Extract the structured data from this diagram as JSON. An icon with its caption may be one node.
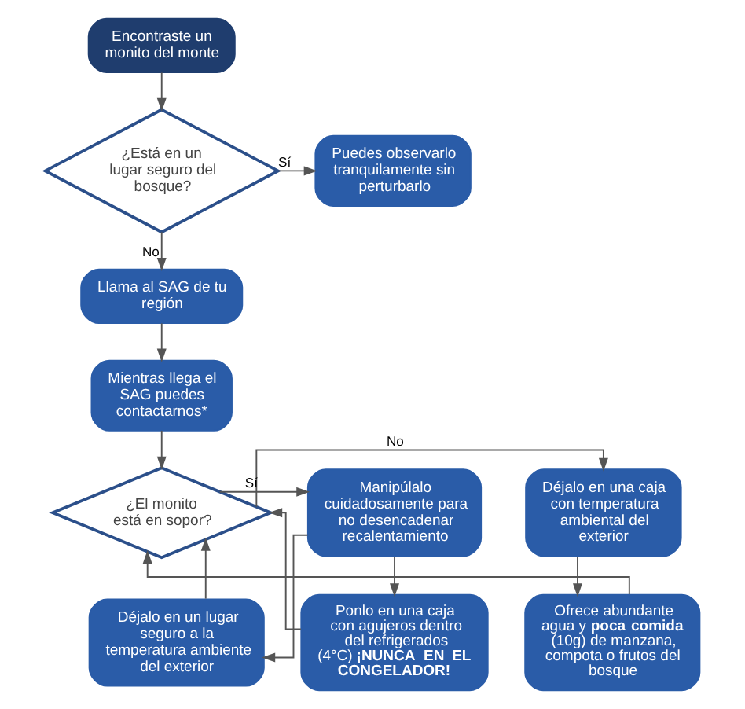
{
  "diagram": {
    "nodes": [
      {
        "text": [
          "Encontraste un monito del monte"
        ]
      },
      {
        "text": [
          "¿Está en un lugar seguro del bosque?"
        ]
      },
      {
        "text": [
          "Puedes observarlo tranquilamente sin perturbarlo"
        ]
      },
      {
        "text": [
          "Llama al SAG de tu región"
        ]
      },
      {
        "text": [
          "Mientras llega el SAG puedes contactarnos*"
        ]
      },
      {
        "text": [
          "¿El monito está en sopor?"
        ]
      },
      {
        "text": [
          "Déjalo en una caja con temperatura ambiental del exterior"
        ]
      },
      {
        "text": [
          "Manipúlalo cuidadosamente para no desencadenar recalentamiento"
        ]
      },
      {
        "text": [
          "Ofrece abundante agua y **poca comida** (10g) de manzana, compota o frutos del bosque"
        ]
      },
      {
        "text": [
          "Déjalo en un lugar seguro a la temperatura ambiente del exterior"
        ]
      },
      {
        "text": [
          "Ponlo en una caja con agujeros dentro del refrigerados (4°C) **¡NUNCA EN EL CONGELADOR!**"
        ]
      }
    ],
    "edges": [
      {
        "from": 0,
        "to": 1,
        "arrow": "to"
      },
      {
        "from": 1,
        "to": 2,
        "arrow": "to",
        "label": "Sí"
      },
      {
        "from": 1,
        "to": 3,
        "arrow": "to",
        "label": "No"
      },
      {
        "from": 3,
        "to": 4,
        "arrow": "to"
      },
      {
        "from": 4,
        "to": 5,
        "arrow": "to"
      },
      {
        "from": 5,
        "to": 6,
        "arrow": "to",
        "label": "No"
      },
      {
        "from": 5,
        "to": 7,
        "arrow": "to",
        "label": "Sí"
      },
      {
        "from": 6,
        "to": 8,
        "arrow": "to"
      },
      {
        "from": 7,
        "to": 9,
        "arrow": "to"
      },
      {
        "from": 7,
        "to": 10,
        "arrow": "to"
      },
      {
        "from": 8,
        "to": 5,
        "arrow": "to"
      },
      {
        "from": 9,
        "to": 5,
        "arrow": "to"
      },
      {
        "from": 10,
        "to": 5,
        "arrow": "to"
      }
    ]
  }
}
